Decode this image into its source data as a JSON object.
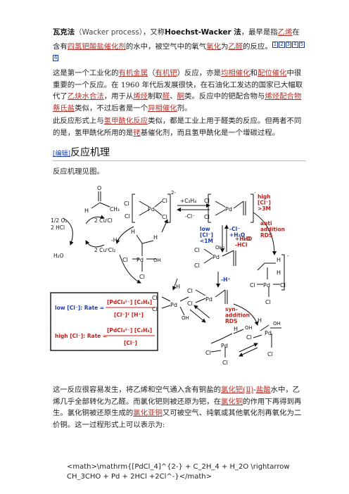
{
  "intro": {
    "title": "瓦克法",
    "title_en": "（Wacker process）",
    "alias_prefix": "，又称",
    "alias": "Hoechst-Wacker 法",
    "s1": "，最早是指",
    "l_ethylene": "乙烯",
    "s2": "在含有",
    "l_pdcl": "四氯钯酸盐",
    "l_cat": "催化剂",
    "s3": "的水中，被空气中的氧气",
    "l_ox": "氧化",
    "s4": "为",
    "l_ald": "乙醛",
    "s5": "的反应。",
    "refs": [
      "1",
      "2",
      "3",
      "4",
      "5",
      "6"
    ]
  },
  "para2": {
    "s1": "这是第一个工业化的",
    "l1": "有机金属",
    "s2": "（",
    "l2": "有机钯",
    "s3": "）反应，亦是",
    "l3": "均相催化",
    "s4": "和",
    "l4": "配位催化",
    "s5": "中很重要的一个反应。在 1960 年代后发展很快，在石油化工发达的国家已大幅取代了",
    "l5": "乙炔水合法",
    "s6": "，用于从",
    "l6": "烯烃",
    "s7": "制取",
    "l7": "醛",
    "s8": "、",
    "l8": "酮",
    "s9": "类。反应中的钯配合物与",
    "l9": "烯烃配合物",
    "l10": "蔡氏盐",
    "s10": "类似，不过后者是一个",
    "l11": "异相催化",
    "s11": "剂。"
  },
  "para3": {
    "s1": "此反应形式上与",
    "l1": "氢甲酰化反应",
    "s2": "类似，都是工业上用于醛类的反应。但两者不同的是，氢甲酰化所用的是",
    "l2": "铑",
    "s3": "基催化剂，而且氢甲酰化是一个增碳过程。"
  },
  "section": {
    "edit": "[编辑]",
    "title": "反应机理"
  },
  "mech_intro": "反应机理见图。",
  "diagram": {
    "top_reagent": "+C₂H₄",
    "top_minus": "-Cl⁻",
    "charge2": "2-",
    "charge1": "-",
    "high_cl": "high\n[Cl⁻]\n>3M",
    "anti": "anti\naddition\nRDS",
    "low_cl": "low\n[Cl⁻]\n<1M",
    "low_step": "-Cl⁻\n+H₂O",
    "anti_step": "+H₂O\n-HCl",
    "minus_h": "-H⁺",
    "minus_h2": "-H⁺",
    "syn": "syn-\naddition\nRDS",
    "left_o2": "1/2 O₂",
    "left_hcl": "2 HCl",
    "left_h2o": "H₂O",
    "cucl": "2 CuᴵCl",
    "cucl2": "2 CuᴵᴵCl₂",
    "rate_low_label": "low [Cl⁻]: Rate =",
    "rate_low_num": "[PdCl₄²⁻] [C₂H₄]",
    "rate_low_den": "[Cl⁻]² [H⁺]",
    "rate_high_label": "high [Cl⁻]: Rate =",
    "rate_high_num": "[PdCl₄²⁻] [C₂H₄]",
    "rate_high_den": "[Cl⁻]",
    "pd": "Pd",
    "cl": "Cl",
    "oh": "OH",
    "oh2": "OH₂",
    "h": "H",
    "ho": "HO",
    "o": "O",
    "ch3": "CH₃"
  },
  "bottom": {
    "s1": "这一反应很容易发生，将乙烯和空气通入含有铜盐的",
    "l1": "氯化钯(Ⅱ)",
    "s2": "-",
    "l2": "盐酸",
    "s3": "水中，乙烯几乎全部转化为乙醛。而氯化钯则被还原为钯，在",
    "l3": "氯化铜",
    "s4": "的作用下再得到再生。氯化铜被还原生成的",
    "l4": "氯化亚铜",
    "s5": "又可被空气、纯氧或其他氧化剂再氧化为二价铜。这一过程形式上可以表示为:"
  },
  "formula": "<math>\\mathrm{[PdCl_4]^{2-} + C_2H_4 + H_2O \\rightarrow CH_3CHO + Pd + 2HCl +2Cl^-}</math>"
}
